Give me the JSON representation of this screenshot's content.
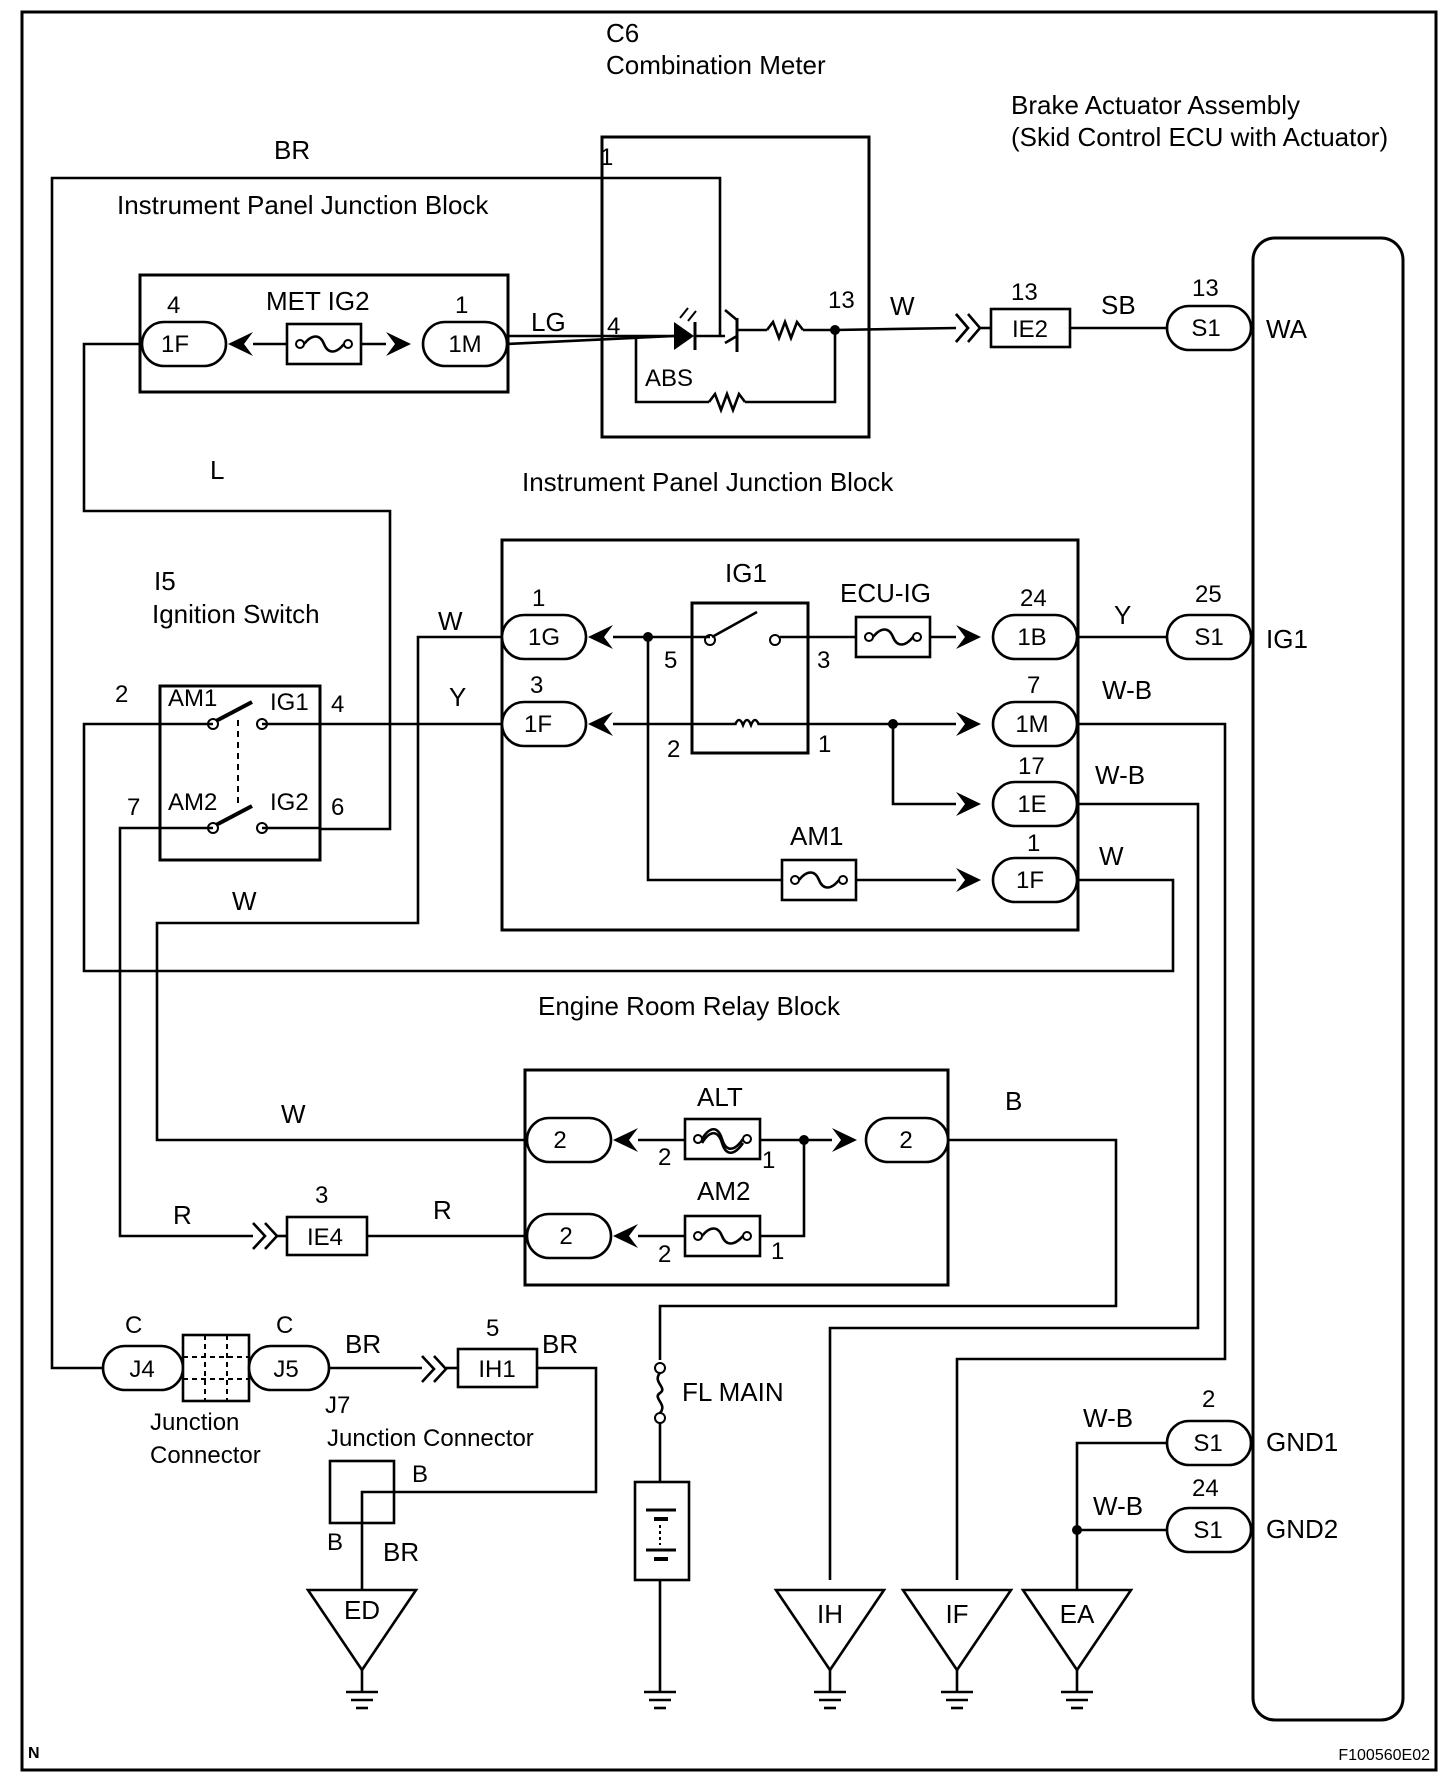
{
  "meter": {
    "code": "C6",
    "name": "Combination Meter",
    "pin1": "1",
    "pin4": "4",
    "pin13": "13",
    "lamp": "ABS"
  },
  "brake": {
    "title1": "Brake Actuator Assembly",
    "title2": "(Skid Control ECU with Actuator)",
    "wa": "WA",
    "ig1": "IG1",
    "gnd1": "GND1",
    "gnd2": "GND2"
  },
  "ipjb_top": {
    "title": "Instrument Panel Junction Block",
    "left_conn": "1F",
    "left_pin": "4",
    "fuse": "MET IG2",
    "right_conn": "1M",
    "right_pin": "1"
  },
  "ipjb_mid": {
    "title": "Instrument Panel Junction Block",
    "relay": "IG1",
    "fuse_ecu": "ECU-IG",
    "fuse_am1": "AM1",
    "c_1g": "1G",
    "p_1g": "1",
    "c_1f_left": "1F",
    "p_1f_left": "3",
    "c_1b": "1B",
    "p_1b": "24",
    "c_1m": "1M",
    "p_1m": "7",
    "c_1e": "1E",
    "p_1e": "17",
    "c_1f_right": "1F",
    "p_1f_right": "1",
    "relay_p5": "5",
    "relay_p3": "3",
    "relay_p2": "2",
    "relay_p1": "1"
  },
  "ignition": {
    "code": "I5",
    "name": "Ignition Switch",
    "am1": "AM1",
    "ig1": "IG1",
    "am2": "AM2",
    "ig2": "IG2",
    "p2": "2",
    "p4": "4",
    "p7": "7",
    "p6": "6"
  },
  "engine": {
    "title": "Engine Room Relay Block",
    "alt": "ALT",
    "am2": "AM2",
    "c2": "2",
    "p2a": "2",
    "p1a": "1",
    "p2b": "2",
    "p1b": "1"
  },
  "connectors": {
    "ie2": "IE2",
    "ie2_pin": "13",
    "s1": "S1",
    "s1_wa_pin": "13",
    "s1_ig1_pin": "25",
    "s1_gnd1_pin": "2",
    "s1_gnd2_pin": "24",
    "ie4": "IE4",
    "ie4_pin": "3",
    "ih1": "IH1",
    "ih1_pin": "5",
    "j4": "J4",
    "j5": "J5",
    "c_left": "C",
    "c_right": "C",
    "jc_name1": "Junction",
    "jc_name2": "Connector",
    "j7": "J7",
    "j7_name": "Junction Connector",
    "j7_b_top": "B",
    "j7_b_bottom": "B"
  },
  "wires": {
    "br_top": "BR",
    "lg": "LG",
    "w_meter": "W",
    "sb": "SB",
    "l": "L",
    "w_ig1g": "W",
    "y_ig": "Y",
    "y_1b": "Y",
    "wb_1m": "W-B",
    "wb_1e": "W-B",
    "w_1f": "W",
    "w_ign": "W",
    "w_alt": "W",
    "r_left": "R",
    "r_right": "R",
    "b_top": "B",
    "br_j5": "BR",
    "br_ih1": "BR",
    "br_ed": "BR",
    "wb_gnd1": "W-B",
    "wb_gnd2": "W-B"
  },
  "fuse_fl": "FL MAIN",
  "grounds": {
    "ed": "ED",
    "ih": "IH",
    "if": "IF",
    "ea": "EA"
  },
  "footer": {
    "left": "N",
    "right": "F100560E02"
  }
}
